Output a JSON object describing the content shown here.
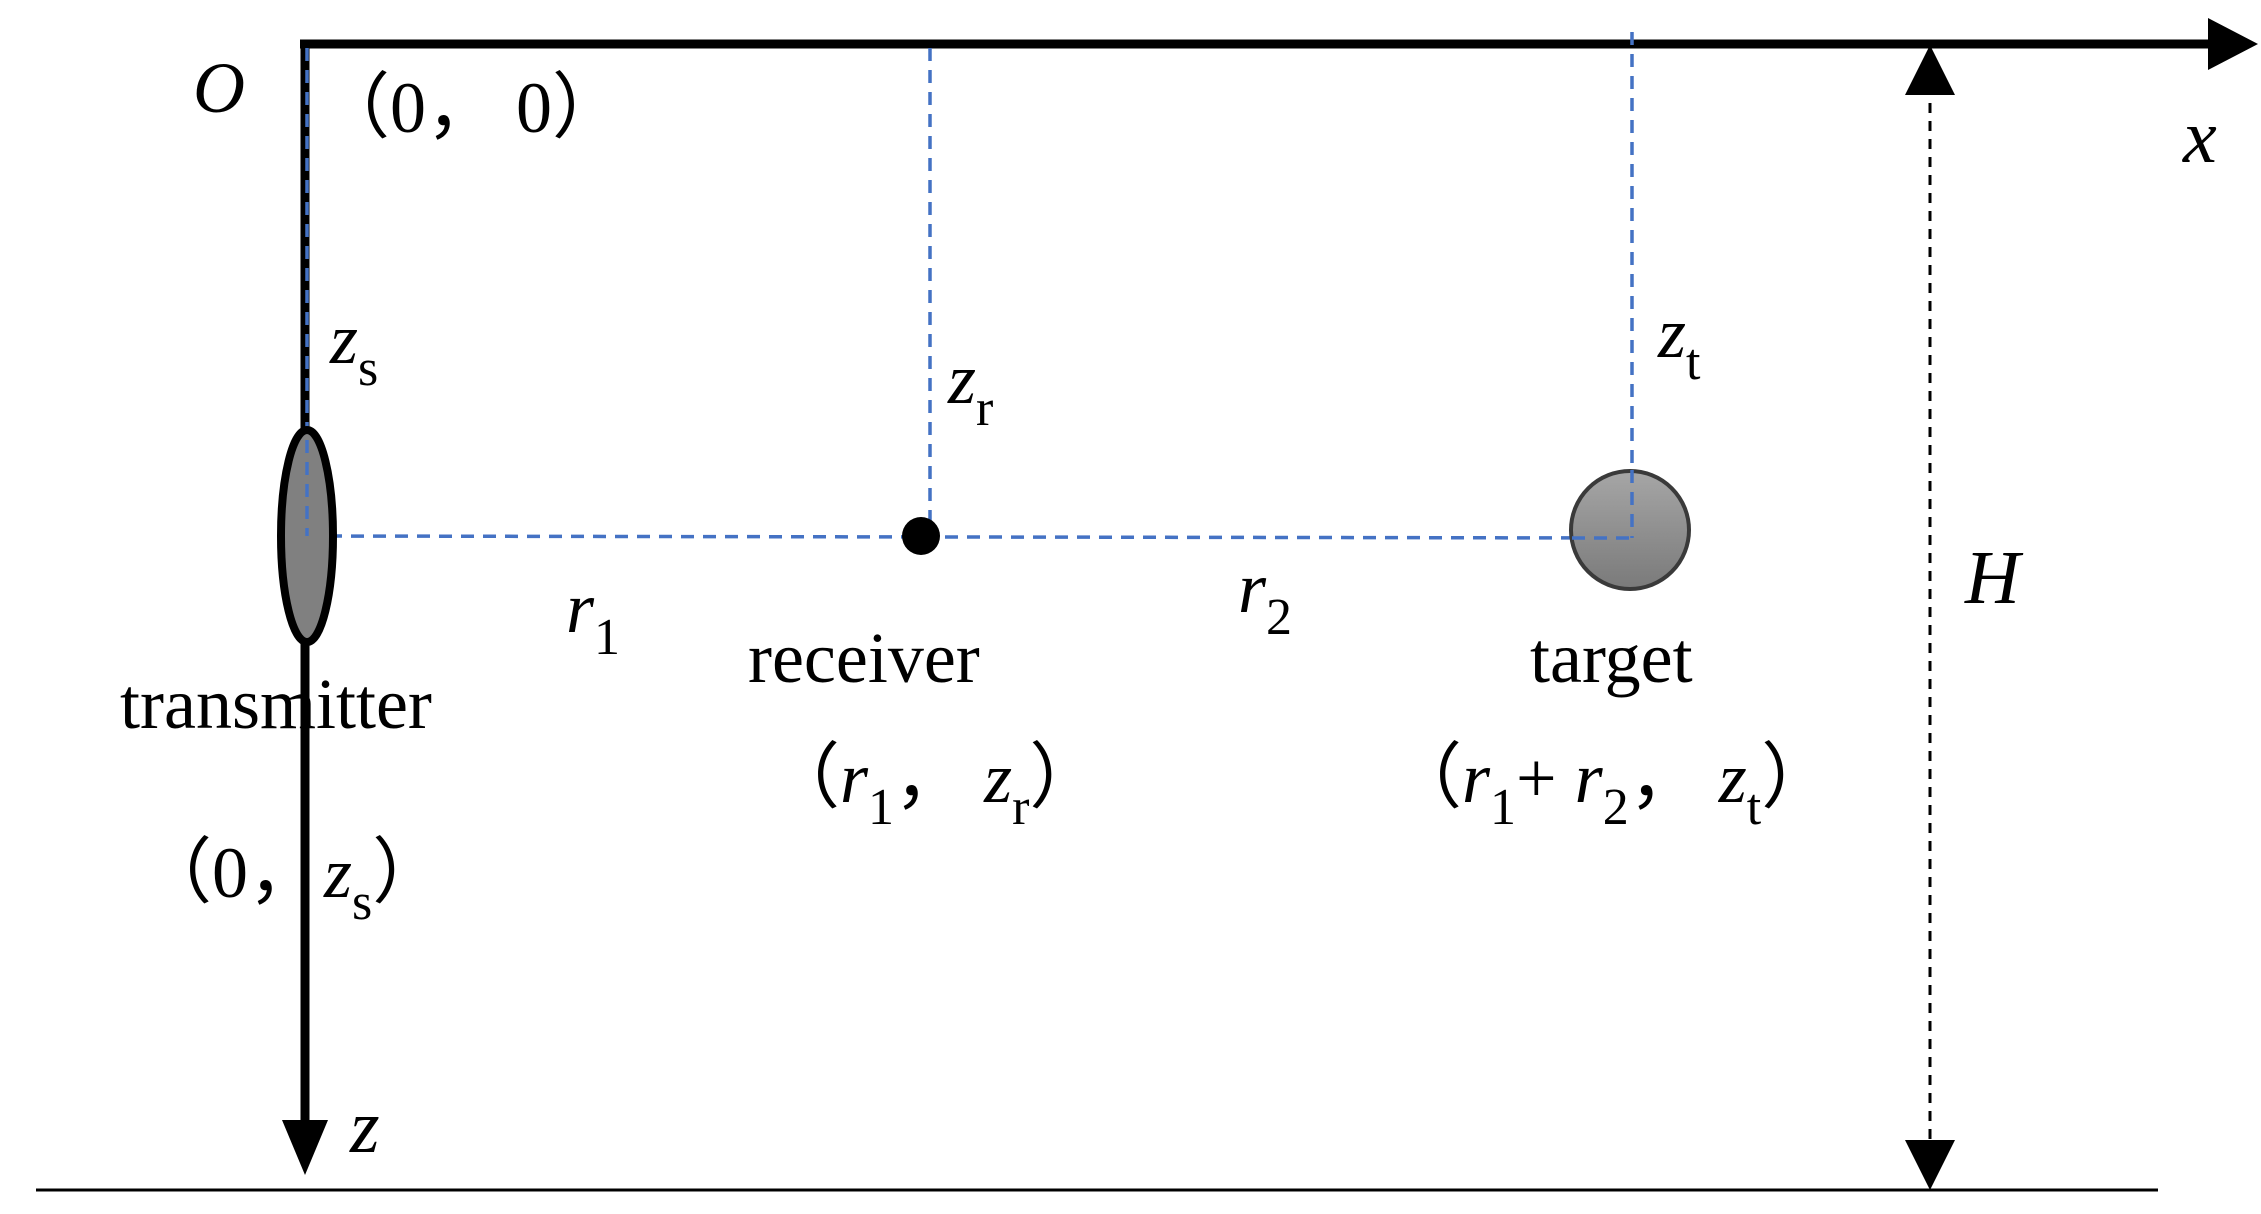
{
  "axes": {
    "origin_label": "O",
    "origin_coord": "（0，  0）",
    "x_label": "x",
    "z_label": "z",
    "depth_label": "H"
  },
  "depths": {
    "zs": {
      "base": "z",
      "sub": "s"
    },
    "zr": {
      "base": "z",
      "sub": "r"
    },
    "zt": {
      "base": "z",
      "sub": "t"
    }
  },
  "ranges": {
    "r1": {
      "base": "r",
      "sub": "1"
    },
    "r2": {
      "base": "r",
      "sub": "2"
    }
  },
  "transmitter": {
    "label": "transmitter",
    "coord": {
      "open": "（0，",
      "z": "z",
      "zsub": "s",
      "close": "）"
    }
  },
  "receiver": {
    "label": "receiver",
    "coord": {
      "open": "（",
      "r": "r",
      "rsub": "1",
      "sep": "，  ",
      "z": "z",
      "zsub": "r",
      "close": "）"
    }
  },
  "target": {
    "label": "target",
    "coord": {
      "open": "（",
      "r1": "r",
      "r1sub": "1",
      "plus": "+ ",
      "r2": "r",
      "r2sub": "2",
      "sep": "，  ",
      "z": "z",
      "zsub": "t",
      "close": "）"
    }
  },
  "colors": {
    "axis": "#000000",
    "guide": "#4472c4",
    "target_fill": "#8c8c8c",
    "transmitter_fill": "#808080"
  }
}
